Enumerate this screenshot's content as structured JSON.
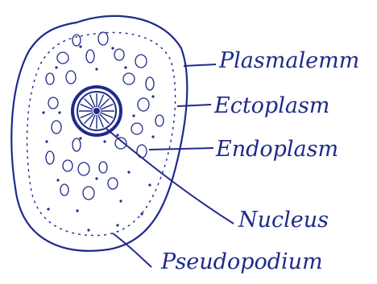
{
  "labels": {
    "plasmalemma": "Plasmalemm",
    "ectoplasm": "Ectoplasm",
    "endoplasm": "Endoplasm",
    "nucleus": "Nucleus",
    "pseudopodium": "Pseudopodium"
  },
  "colors": {
    "ink": "#1f2a8a",
    "paper": "#ffffff"
  }
}
